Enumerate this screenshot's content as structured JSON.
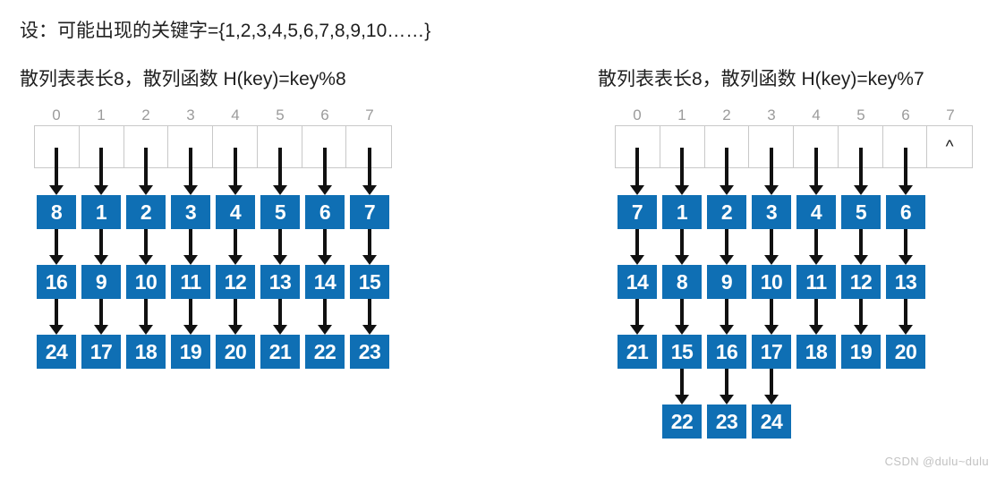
{
  "premise": "设：可能出现的关键字={1,2,3,4,5,6,7,8,9,10……}",
  "colors": {
    "node_blue": "#0f6fb4",
    "index_gray": "#9b9b9b",
    "table_border": "#c8c8c8",
    "arrow_black": "#111111",
    "watermark_gray": "#c2c2c2"
  },
  "panels": [
    {
      "id": "left",
      "title": "散列表表长8，散列函数 H(key)=key%8",
      "table_length": 8,
      "hash_function": "H(key)=key%8",
      "indices": [
        "0",
        "1",
        "2",
        "3",
        "4",
        "5",
        "6",
        "7"
      ],
      "bucket_markers": [
        "",
        "",
        "",
        "",
        "",
        "",
        "",
        ""
      ],
      "chains": [
        {
          "index": "0",
          "nodes": [
            "8",
            "16",
            "24"
          ]
        },
        {
          "index": "1",
          "nodes": [
            "1",
            "9",
            "17"
          ]
        },
        {
          "index": "2",
          "nodes": [
            "2",
            "10",
            "18"
          ]
        },
        {
          "index": "3",
          "nodes": [
            "3",
            "11",
            "19"
          ]
        },
        {
          "index": "4",
          "nodes": [
            "4",
            "12",
            "20"
          ]
        },
        {
          "index": "5",
          "nodes": [
            "5",
            "13",
            "21"
          ]
        },
        {
          "index": "6",
          "nodes": [
            "6",
            "14",
            "22"
          ]
        },
        {
          "index": "7",
          "nodes": [
            "7",
            "15",
            "23"
          ]
        }
      ]
    },
    {
      "id": "right",
      "title": "散列表表长8，散列函数 H(key)=key%7",
      "table_length": 8,
      "hash_function": "H(key)=key%7",
      "indices": [
        "0",
        "1",
        "2",
        "3",
        "4",
        "5",
        "6",
        "7"
      ],
      "bucket_markers": [
        "",
        "",
        "",
        "",
        "",
        "",
        "",
        "^"
      ],
      "chains": [
        {
          "index": "0",
          "nodes": [
            "7",
            "14",
            "21"
          ]
        },
        {
          "index": "1",
          "nodes": [
            "1",
            "8",
            "15",
            "22"
          ]
        },
        {
          "index": "2",
          "nodes": [
            "2",
            "9",
            "16",
            "23"
          ]
        },
        {
          "index": "3",
          "nodes": [
            "3",
            "10",
            "17",
            "24"
          ]
        },
        {
          "index": "4",
          "nodes": [
            "4",
            "11",
            "18"
          ]
        },
        {
          "index": "5",
          "nodes": [
            "5",
            "12",
            "19"
          ]
        },
        {
          "index": "6",
          "nodes": [
            "6",
            "13",
            "20"
          ]
        },
        {
          "index": "7",
          "nodes": []
        }
      ]
    }
  ],
  "watermark": "CSDN @dulu~dulu"
}
